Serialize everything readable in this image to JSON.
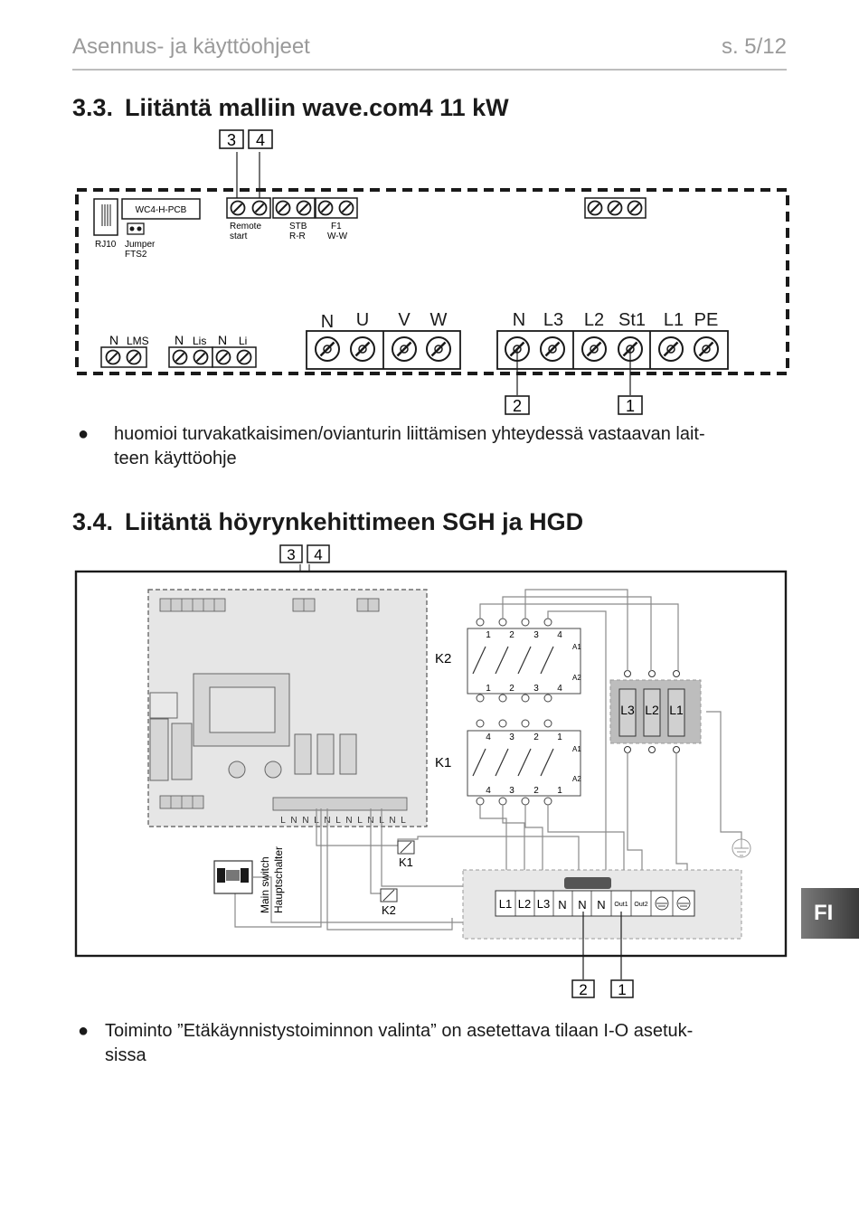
{
  "header": {
    "title": "Asennus- ja käyttöohjeet",
    "page": "s. 5/12"
  },
  "section1": {
    "number": "3.3.",
    "title": "Liitäntä malliin wave.com4 11 kW",
    "diagram": {
      "top_callouts": [
        "3",
        "4"
      ],
      "bottom_callouts": [
        "2",
        "1"
      ],
      "pcb_label": "WC4-H-PCB",
      "rj10": "RJ10",
      "jumper": "Jumper",
      "fts2": "FTS2",
      "remote": "Remote",
      "start": "start",
      "stb": "STB",
      "rr": "R-R",
      "f1": "F1",
      "ww": "W-W",
      "left_labels": {
        "n1": "N",
        "lms": "LMS",
        "n2": "N",
        "lis": "Lis",
        "n3": "N",
        "li": "Li"
      },
      "terminal_labels": [
        "N",
        "U",
        "V",
        "W",
        "N",
        "L3",
        "L2",
        "St1",
        "L1",
        "PE"
      ]
    }
  },
  "bullet1": {
    "symbol": "●",
    "line1": "huomioi turvakatkaisimen/ovianturin liittämisen yhteydessä vastaavan lait-",
    "line2": "teen käyttöohje"
  },
  "section2": {
    "number": "3.4.",
    "title": "Liitäntä höyrynkehittimeen SGH ja HGD",
    "diagram": {
      "top_callouts": [
        "3",
        "4"
      ],
      "bottom_callouts": [
        "2",
        "1"
      ],
      "k2": "K2",
      "k1": "K1",
      "a1": "A1",
      "a2": "A2",
      "k2_nums": [
        "1",
        "2",
        "3",
        "4"
      ],
      "k1_nums": [
        "4",
        "3",
        "2",
        "1"
      ],
      "fuse_labels": [
        "L3",
        "L2",
        "L1"
      ],
      "pcb_terminal_labels": [
        "L",
        "N",
        "N",
        "L",
        "N",
        "L",
        "N",
        "L",
        "N",
        "L",
        "N",
        "L"
      ],
      "switch_line1": "Main switch",
      "switch_line2": "Hauptschalter",
      "relay_k1": "K1",
      "relay_k2": "K2",
      "bottom_terminals": [
        "L1",
        "L2",
        "L3",
        "N",
        "N",
        "N",
        "Out1",
        "Out2"
      ]
    }
  },
  "bullet2": {
    "symbol": "●",
    "line1": "Toiminto ”Etäkäynnistystoiminnon valinta” on asetettava tilaan I-O asetuk-",
    "line2": "sissa"
  },
  "lang_tab": "FI"
}
